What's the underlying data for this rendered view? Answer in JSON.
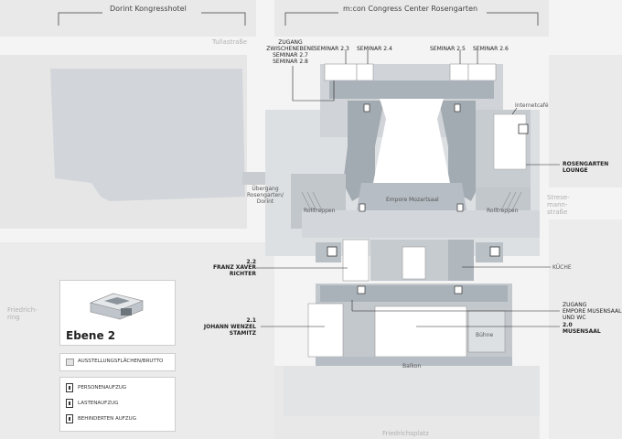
{
  "venues": {
    "dorint": "Dorint Kongresshotel",
    "rosengarten": "m:con Congress Center Rosengarten"
  },
  "streets": {
    "tullastrasse": "Tullastraße",
    "friedrichsring": "Friedrich-\nring",
    "stresemannstrasse": "Strese-\nmann-\nstraße",
    "friedrichsplatz": "Friedrichsplatz"
  },
  "labels": {
    "zugang_zwischenebene": "ZUGANG\nZWISCHENEBENE\nSEMINAR 2.7\nSEMINAR 2.8",
    "seminar_23": "SEMINAR 2.3",
    "seminar_24": "SEMINAR 2.4",
    "seminar_25": "SEMINAR 2.5",
    "seminar_26": "SEMINAR 2.6",
    "internetcafe": "Internetcafé",
    "rosengarten_lounge": "ROSENGARTEN\nLOUNGE",
    "uebergang": "Übergang\nRosengarten/\nDorint",
    "rolltreppen_left": "Rolltreppen",
    "rolltreppen_right": "Rolltreppen",
    "empore_mozartsaal": "Empore Mozartsaal",
    "room_22_num": "2.2",
    "room_22_name": "FRANZ XAVER\nRICHTER",
    "kueche": "KÜCHE",
    "room_21_num": "2.1",
    "room_21_name": "JOHANN WENZEL\nSTAMITZ",
    "zugang_empore": "ZUGANG\nEMPORE MUSENSAAL\nUND WC",
    "room_20_num": "2.0",
    "room_20_name": "MUSENSAAL",
    "buehne": "Bühne",
    "balkon": "Balkon"
  },
  "legend": {
    "level_title": "Ebene 2",
    "area": "AUSSTELLUNGSFLÄCHEN/BRUTTO",
    "person_lift": "PERSONENAUFZUG",
    "freight_lift": "LASTENAUFZUG",
    "disabled_lift": "BEHINDERTEN AUFZUG"
  },
  "colors": {
    "background": "#f4f4f4",
    "outdoor_block": "#e8e8e8",
    "building_dark": "#a9b1b8",
    "building_mid": "#c3c8cd",
    "building_light": "#dde0e3",
    "highlight": "#ffffff",
    "text": "#222222"
  },
  "icons": [
    "elevator-icon",
    "freight-elevator-icon",
    "accessible-elevator-icon",
    "building-isometric-icon"
  ]
}
